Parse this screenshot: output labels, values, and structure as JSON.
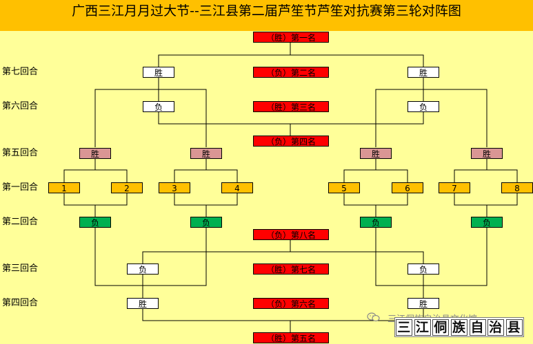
{
  "title": "广西三江月月过大节--三江县第二届芦笙节芦笙对抗赛第三轮对阵图",
  "round_labels": [
    "第七回合",
    "第六回合",
    "第五回合",
    "第一回合",
    "第二回合",
    "第三回合",
    "第四回合"
  ],
  "rankings": [
    "（胜）第一名",
    "（负）第二名",
    "（胜）第三名",
    "（负）第四名",
    "（负）第八名",
    "（胜）第七名",
    "（负）第六名",
    "（胜）第五名"
  ],
  "boxes": {
    "r7_left": "胜",
    "r7_right": "胜",
    "r6_left": "负",
    "r6_right": "负",
    "r5": [
      "胜",
      "胜",
      "胜",
      "胜"
    ],
    "r1": [
      "1",
      "2",
      "3",
      "4",
      "5",
      "6",
      "7",
      "8"
    ],
    "r2": [
      "负",
      "负",
      "负",
      "负"
    ],
    "r3_left": "负",
    "r3_right": "负",
    "r4_left": "胜",
    "r4_right": "胜"
  },
  "colors": {
    "background": "#ffff99",
    "title_bar": "#ffc000",
    "ranking": "#ff0000",
    "winner_r5": "#da9694",
    "team": "#ffc000",
    "loser_r2": "#00b050",
    "neutral": "#ffffff"
  },
  "watermark": {
    "account": "三江侗族自治县文化馆",
    "stamp": "三江侗族自治县",
    "icon": "wechat-icon"
  }
}
